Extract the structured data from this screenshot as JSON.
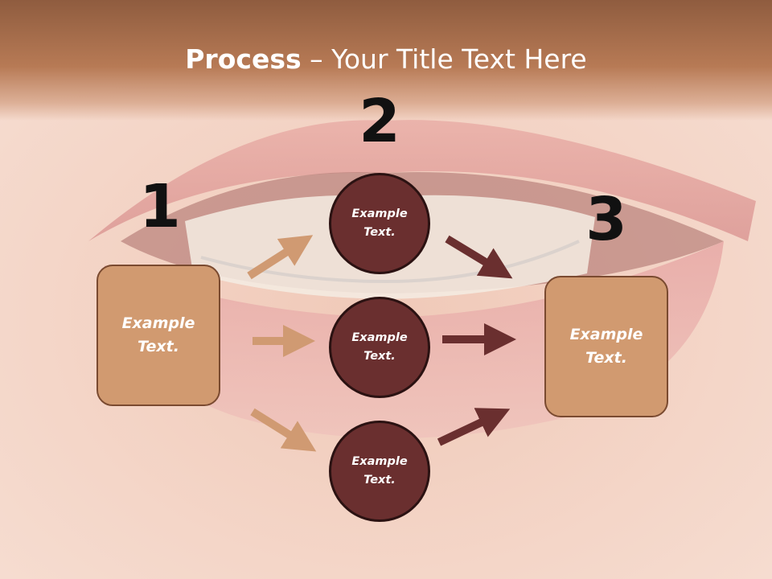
{
  "title": {
    "bold": "Process",
    "rest": " – Your Title Text Here"
  },
  "steps": [
    {
      "number": "1",
      "text": "Example Text."
    },
    {
      "number": "2",
      "items": [
        "Example Text.",
        "Example Text.",
        "Example Text."
      ]
    },
    {
      "number": "3",
      "text": "Example Text."
    }
  ],
  "colors": {
    "box_fill": "#d19a70",
    "box_border": "#7a4a30",
    "circle_fill": "#6a2f2f",
    "circle_border": "#2b1212",
    "arrow_light": "#d09a72",
    "arrow_dark": "#6a2f2f",
    "title_band": "#a86f4e"
  }
}
